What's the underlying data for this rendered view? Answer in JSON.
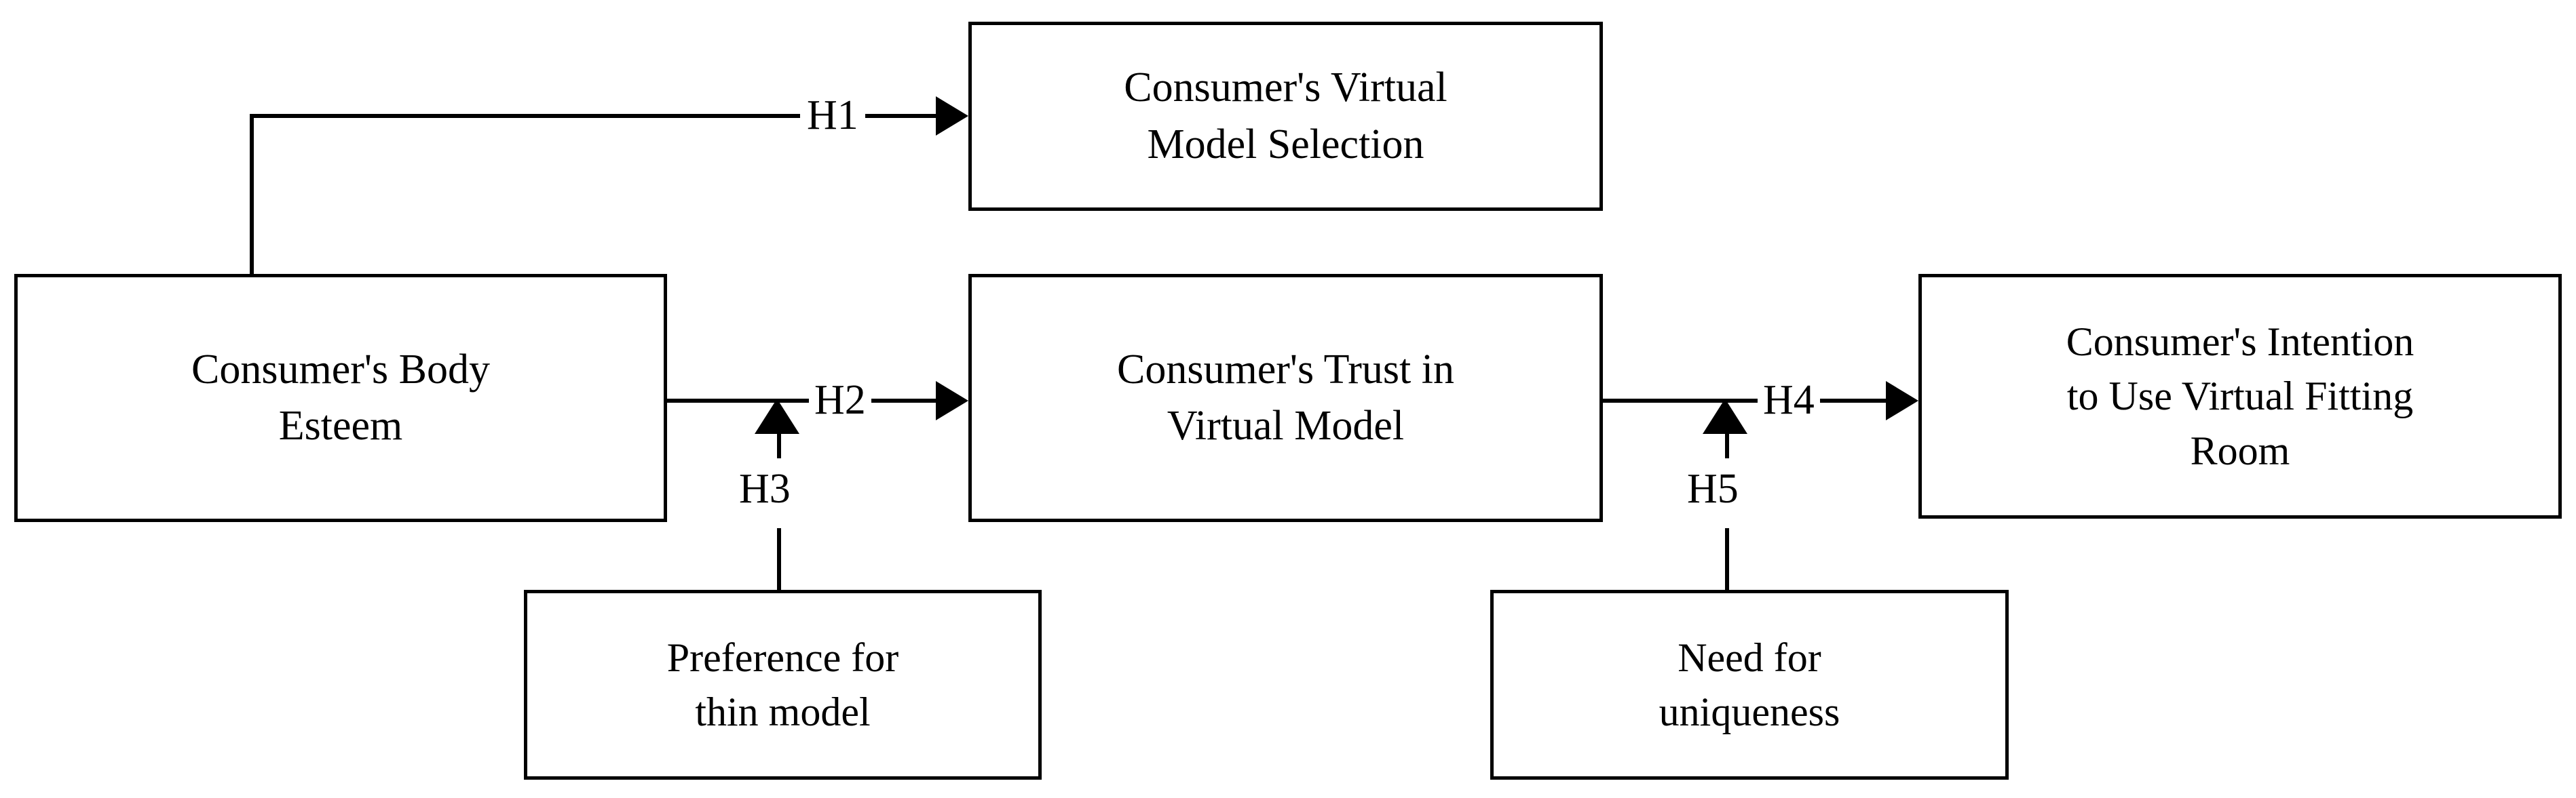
{
  "diagram": {
    "type": "conceptual-research-model",
    "background_color": "#ffffff",
    "line_color": "#000000",
    "text_color": "#000000",
    "nodes": [
      {
        "id": "body-esteem",
        "label": "Consumer's Body\nEsteem",
        "role": "independent-variable"
      },
      {
        "id": "model-selection",
        "label": "Consumer's Virtual\nModel Selection",
        "role": "dependent-variable"
      },
      {
        "id": "trust",
        "label": "Consumer's Trust in\nVirtual Model",
        "role": "mediator"
      },
      {
        "id": "intention",
        "label": "Consumer's  Intention\nto Use Virtual Fitting\nRoom",
        "role": "outcome-variable"
      },
      {
        "id": "thin-model",
        "label": "Preference for\nthin model",
        "role": "moderator"
      },
      {
        "id": "uniqueness",
        "label": "Need for\nuniqueness",
        "role": "moderator"
      }
    ],
    "edges": [
      {
        "id": "h1",
        "label": "H1",
        "from": "body-esteem",
        "to": "model-selection",
        "style": "elbow-arrow"
      },
      {
        "id": "h2",
        "label": "H2",
        "from": "body-esteem",
        "to": "trust",
        "style": "straight-arrow"
      },
      {
        "id": "h3",
        "label": "H3",
        "from": "thin-model",
        "to": "h2",
        "style": "moderator-arrow-up"
      },
      {
        "id": "h4",
        "label": "H4",
        "from": "trust",
        "to": "intention",
        "style": "straight-arrow"
      },
      {
        "id": "h5",
        "label": "H5",
        "from": "uniqueness",
        "to": "h4",
        "style": "moderator-arrow-up"
      }
    ]
  }
}
